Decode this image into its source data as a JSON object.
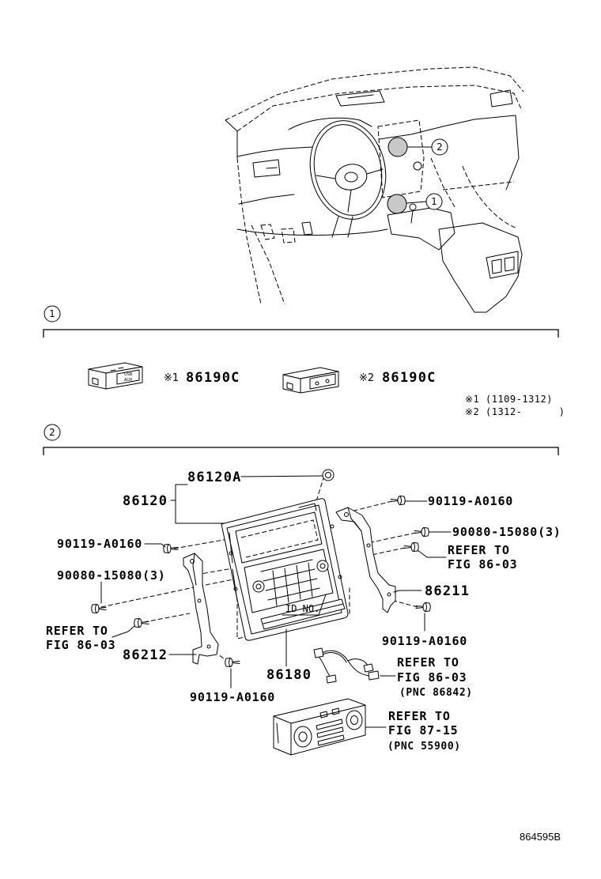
{
  "colors": {
    "line": "#000000",
    "highlight": "#c8c8c8",
    "background": "#ffffff"
  },
  "overview": {
    "callout_2": "2",
    "callout_1": "1"
  },
  "section1": {
    "index": "1",
    "switch_a": {
      "ref_mark": "※1",
      "part_no": "86190C",
      "face_top": "USB",
      "face_bottom": "AUX"
    },
    "switch_b": {
      "ref_mark": "※2",
      "part_no": "86190C"
    },
    "notes": [
      "※1 (1109-1312)",
      "※2 (1312-      )"
    ]
  },
  "section2": {
    "index": "2",
    "labels": {
      "grommet": "86120A",
      "bezel": "86120",
      "bolt_right_top": "90119-A0160",
      "screw_right": "90080-15080(3)",
      "refer_right": [
        "REFER TO",
        "FIG 86-03"
      ],
      "bolt_left_top": "90119-A0160",
      "screw_left": "90080-15080(3)",
      "bracket_right": "86211",
      "refer_left": [
        "REFER TO",
        "FIG 86-03"
      ],
      "bracket_left": "86212",
      "id_label": "ID NO.",
      "bolt_right_bottom": "90119-A0160",
      "lower_trim": "86180",
      "refer_harness": [
        "REFER TO",
        "FIG 86-03",
        "(PNC 86842)"
      ],
      "bolt_left_bottom": "90119-A0160",
      "refer_climate": [
        "REFER TO",
        "FIG 87-15",
        "(PNC 55900)"
      ]
    }
  },
  "figure_id": "864595B"
}
